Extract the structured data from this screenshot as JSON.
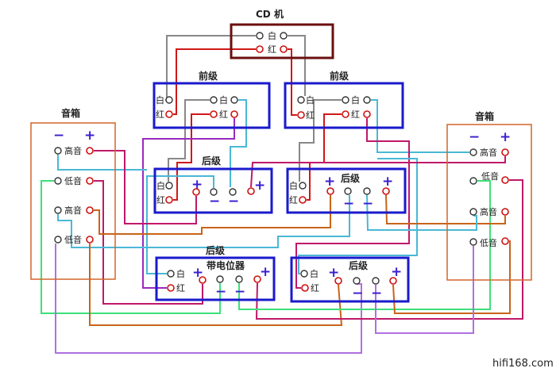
{
  "cd_player": {
    "title": "CD 机",
    "white": "白",
    "red": "红"
  },
  "preamp_left": {
    "title": "前级",
    "in_white": "白",
    "in_red": "红",
    "out_white": "白",
    "out_red": "红"
  },
  "preamp_right": {
    "title": "前级",
    "in_white": "白",
    "in_red": "红",
    "out_white": "白",
    "out_red": "红"
  },
  "amp_top_left": {
    "title": "后级",
    "white": "白",
    "red": "红",
    "plus": "+",
    "minus": "−"
  },
  "amp_top_right": {
    "title": "后级",
    "white": "白",
    "red": "红",
    "plus": "+",
    "minus": "−"
  },
  "amp_bottom_left": {
    "title": "后级",
    "subtitle": "带电位器",
    "white": "白",
    "red": "红",
    "plus": "+",
    "minus": "−"
  },
  "amp_bottom_right": {
    "title": "后级",
    "white": "白",
    "red": "红",
    "plus": "+",
    "minus": "−"
  },
  "speaker_left": {
    "title": "音箱",
    "minus": "−",
    "plus": "+",
    "tweeter": "高音",
    "woofer": "低音"
  },
  "speaker_right": {
    "title": "音箱",
    "minus": "−",
    "plus": "+",
    "tweeter": "高音",
    "woofer": "低音"
  },
  "watermark": "hifi168.com",
  "colors": {
    "amp_box": "#1a1acc",
    "cd_box": "#6b0f0f",
    "speaker_box": "#d2652a",
    "positive_terminal": "#cc1111"
  }
}
